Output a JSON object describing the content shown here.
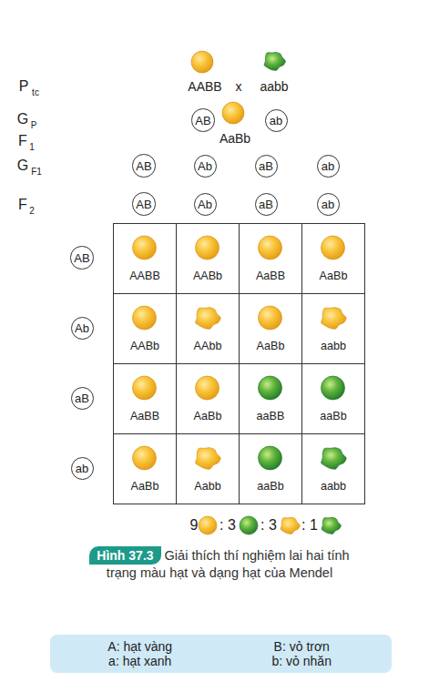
{
  "diagram": {
    "caption": "Giải thích thí nghiệm lai hai tính trạng màu hạt và dạng hạt của Mendel",
    "nodes": [
      {
        "text": [
          "AB"
        ]
      },
      {
        "text": [
          "ab"
        ]
      },
      {
        "text": [
          "AB"
        ]
      },
      {
        "text": [
          "Ab"
        ]
      },
      {
        "text": [
          "aB"
        ]
      },
      {
        "text": [
          "ab"
        ]
      },
      {
        "text": [
          "AB"
        ]
      },
      {
        "text": [
          "Ab"
        ]
      },
      {
        "text": [
          "aB"
        ]
      },
      {
        "text": [
          "ab"
        ]
      },
      {
        "text": [
          "AB"
        ]
      },
      {
        "text": [
          "AABB"
        ]
      },
      {
        "text": [
          "AABb"
        ]
      },
      {
        "text": [
          "AaBB"
        ]
      },
      {
        "text": [
          "AaBb"
        ]
      },
      {
        "text": [
          "Ab"
        ]
      },
      {
        "text": [
          "AABb"
        ]
      },
      {
        "text": [
          "AAbb"
        ]
      },
      {
        "text": [
          "AaBb"
        ]
      },
      {
        "text": [
          "aabb"
        ]
      },
      {
        "text": [
          "aB"
        ]
      },
      {
        "text": [
          "AaBB"
        ]
      },
      {
        "text": [
          "AaBb"
        ]
      },
      {
        "text": [
          "aaBB"
        ]
      },
      {
        "text": [
          "aaBb"
        ]
      },
      {
        "text": [
          "ab"
        ]
      },
      {
        "text": [
          "AaBb"
        ]
      },
      {
        "text": [
          "Aabb"
        ]
      },
      {
        "text": [
          "aaBb"
        ]
      },
      {
        "text": [
          "aabb"
        ]
      },
      {
        "text": [
          "Hình 37.3"
        ]
      },
      {
        "text": [
          "A: hạt vàng",
          "B: vỏ trơn",
          "a: hạt xanh",
          "b: vỏ nhăn"
        ]
      }
    ],
    "labels": [
      "P",
      "tc",
      "AABB",
      "x",
      "aabb",
      "G",
      "P",
      "F",
      "1",
      "AaBb",
      "G",
      "F1",
      "F",
      "2",
      "9",
      ": 3",
      ": 3",
      ": 1"
    ]
  }
}
